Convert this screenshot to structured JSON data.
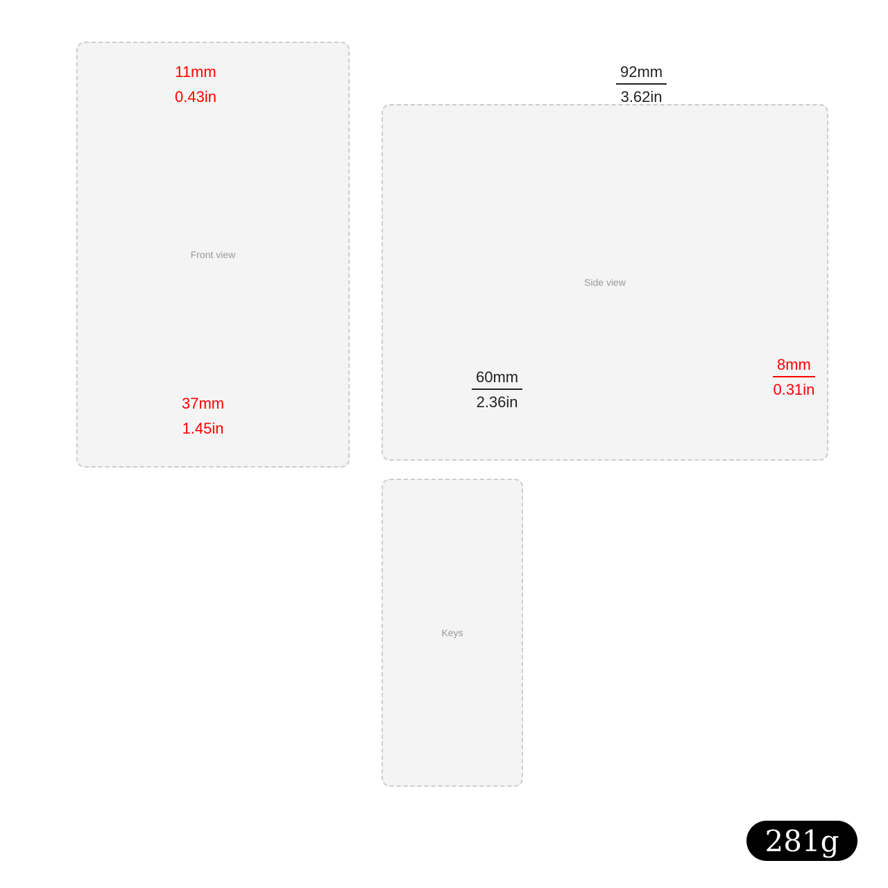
{
  "panels": {
    "front_view_label": "Front view",
    "side_view_label": "Side view",
    "keys_label": "Keys"
  },
  "dimensions": {
    "opening": {
      "mm": "11mm",
      "in": "0.43in",
      "color": "#ff0000"
    },
    "diameter": {
      "mm": "37mm",
      "in": "1.45in",
      "color": "#ff0000"
    },
    "total_length": {
      "mm": "92mm",
      "in": "3.62in",
      "color": "#222222"
    },
    "inner_length": {
      "mm": "60mm",
      "in": "2.36in",
      "color": "#222222"
    },
    "ring_thickness": {
      "mm": "8mm",
      "in": "0.31in",
      "color": "#ff0000"
    }
  },
  "weight_badge": "281g"
}
